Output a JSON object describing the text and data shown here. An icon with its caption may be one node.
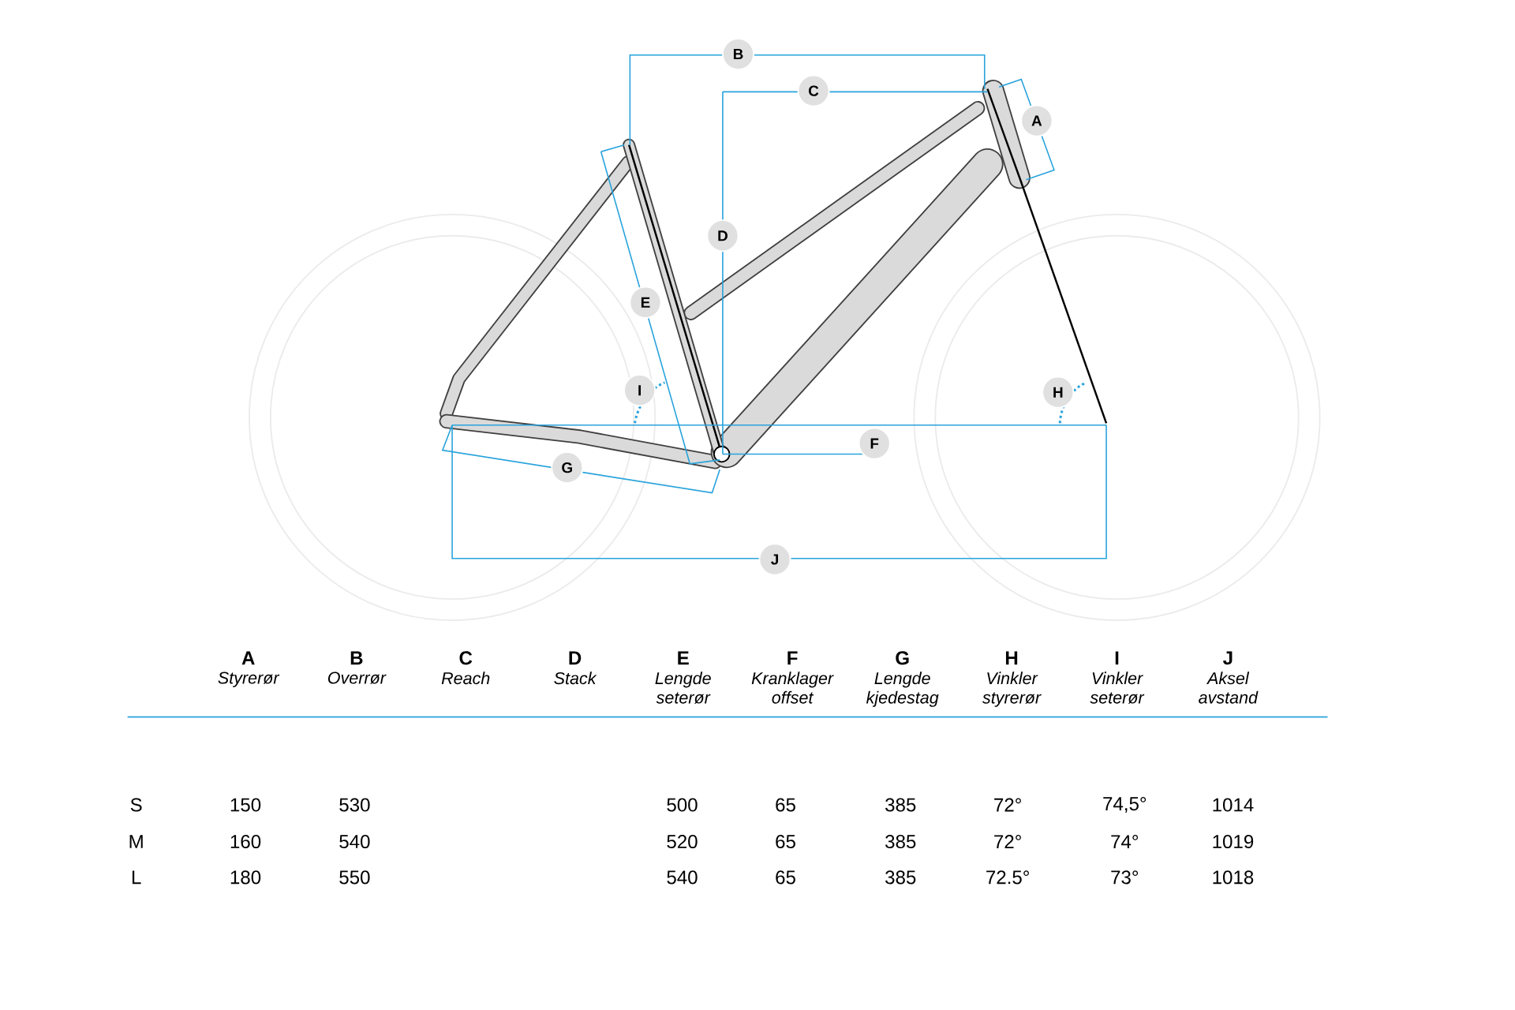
{
  "diagram": {
    "nodes": [
      {
        "text": [
          "B"
        ]
      },
      {
        "text": [
          "C"
        ]
      },
      {
        "text": [
          "A"
        ]
      },
      {
        "text": [
          "D"
        ]
      },
      {
        "text": [
          "E"
        ]
      },
      {
        "text": [
          "I"
        ]
      },
      {
        "text": [
          "H"
        ]
      },
      {
        "text": [
          "F"
        ]
      },
      {
        "text": [
          "G"
        ]
      },
      {
        "text": [
          "J"
        ]
      }
    ],
    "labels": [
      "A",
      "B",
      "C",
      "D",
      "E",
      "F",
      "G",
      "H",
      "I",
      "J",
      "Styrerør",
      "Overrør",
      "Reach",
      "Stack",
      "Lengde seterør",
      "Kranklager offset",
      "Lengde kjedestag",
      "Vinkler styrerør",
      "Vinkler seterør",
      "Aksel avstand",
      "S",
      "150",
      "530",
      "500",
      "65",
      "385",
      "72°",
      "74,5°",
      "1014",
      "M",
      "160",
      "540",
      "520",
      "65",
      "385",
      "72°",
      "74°",
      "1019",
      "L",
      "180",
      "550",
      "540",
      "65",
      "385",
      "72.5°",
      "73°",
      "1018"
    ]
  }
}
